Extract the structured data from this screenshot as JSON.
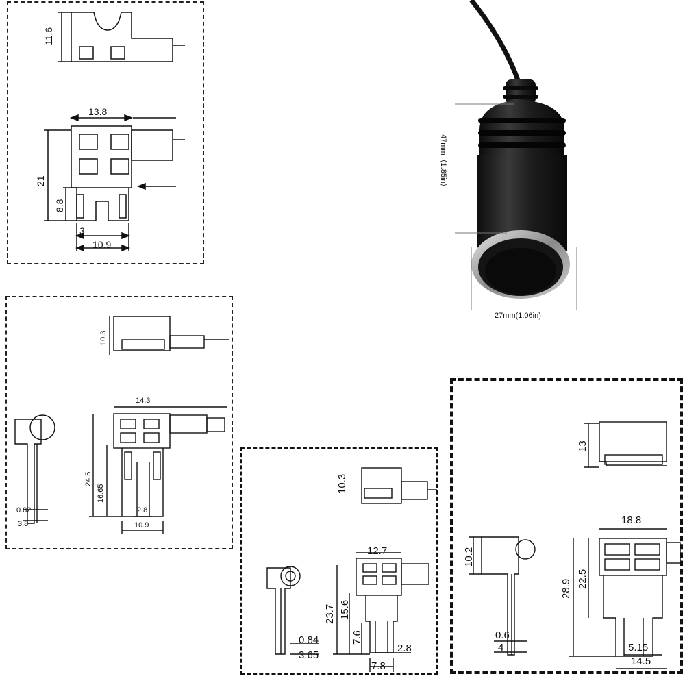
{
  "panel1": {
    "dims": {
      "height_top": "11.6",
      "width": "13.8",
      "height_total": "21",
      "height_blade": "8.8",
      "blade_width": "3",
      "blade_span": "10.9"
    }
  },
  "socket": {
    "height_label": "47mm（1.85in）",
    "width_label": "27mm(1.06in)"
  },
  "panel2": {
    "dims": {
      "height_top": "10.3",
      "width": "14.3",
      "height_total": "24.5",
      "height_blade": "16.65",
      "blade_gap": "2.8",
      "blade_span": "10.9",
      "pin_thickness": "0.82",
      "pin_width": "3.8"
    }
  },
  "panel3": {
    "dims": {
      "height_top": "10.3",
      "width": "12.7",
      "height_total": "23.7",
      "height_mid": "15.6",
      "height_blade": "7.6",
      "blade_gap": "2.8",
      "blade_span": "7.8",
      "pin_thickness": "0.84",
      "pin_width": "3.65"
    }
  },
  "panel4": {
    "dims": {
      "height_top": "13",
      "width": "18.8",
      "side_height": "10.2",
      "height_total": "28.9",
      "height_mid": "22.5",
      "pin_thickness": "0.6",
      "pin_width": "4",
      "blade_gap": "5.15",
      "blade_span": "14.5"
    }
  },
  "colors": {
    "line": "#111111",
    "socket_body": "#1b1b1b",
    "socket_ring": "#b9b9b9"
  }
}
